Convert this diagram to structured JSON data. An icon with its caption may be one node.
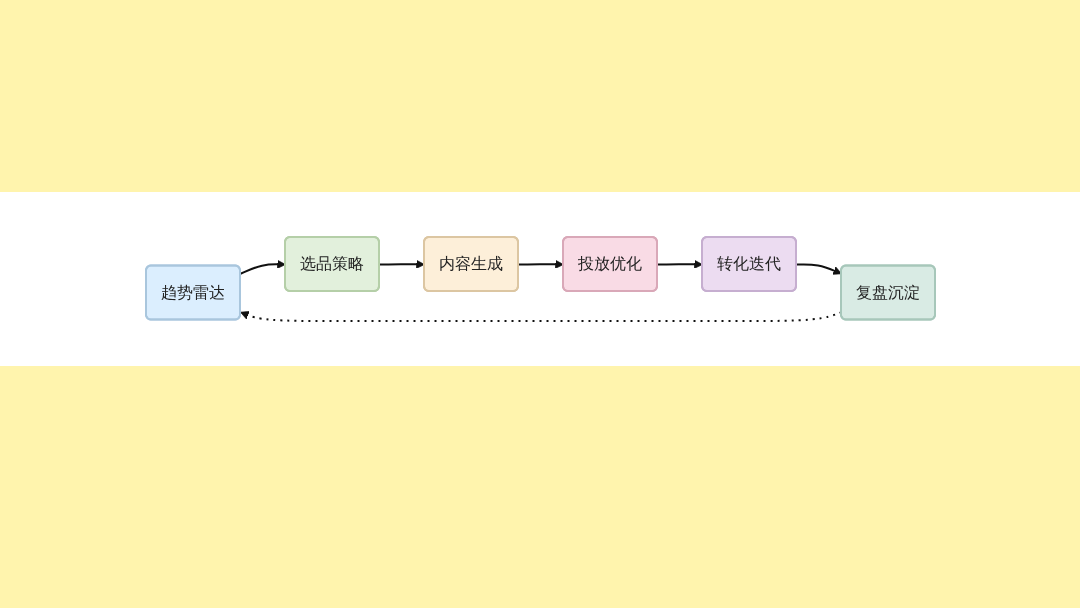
{
  "diagram": {
    "nodes": [
      {
        "text": [
          "趋势雷达"
        ]
      },
      {
        "text": [
          "选品策略"
        ]
      },
      {
        "text": [
          "内容生成"
        ]
      },
      {
        "text": [
          "投放优化"
        ]
      },
      {
        "text": [
          "转化迭代"
        ]
      },
      {
        "text": [
          "复盘沉淀"
        ]
      }
    ],
    "edges": [
      {
        "from": 0,
        "to": 1,
        "arrow": "to"
      },
      {
        "from": 1,
        "to": 2,
        "arrow": "to"
      },
      {
        "from": 2,
        "to": 3,
        "arrow": "to"
      },
      {
        "from": 3,
        "to": 4,
        "arrow": "to"
      },
      {
        "from": 4,
        "to": 5,
        "arrow": "to"
      },
      {
        "from": 5,
        "to": 0,
        "arrow": "to",
        "style": "dashed"
      }
    ]
  }
}
